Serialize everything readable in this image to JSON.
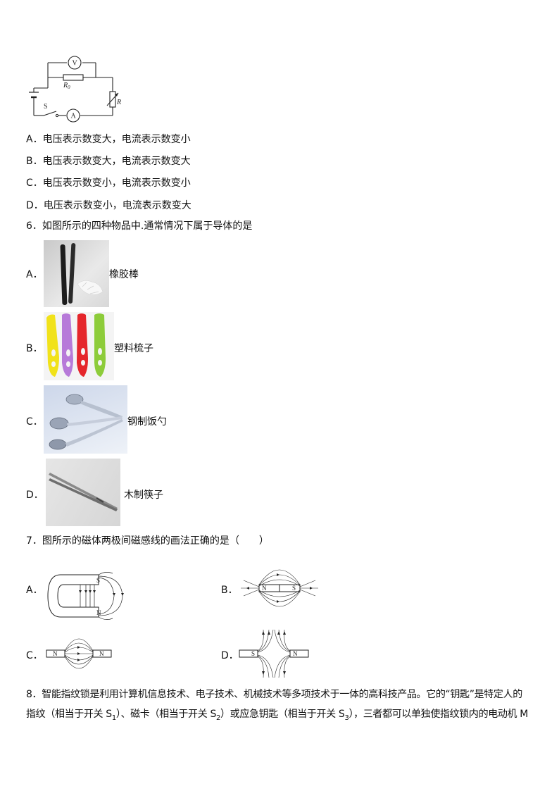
{
  "circuit": {
    "voltmeter": "V",
    "ammeter": "A",
    "resistor_r0": "R",
    "resistor_r0_sub": "0",
    "rheostat": "R",
    "switch": "S"
  },
  "q5_options": [
    {
      "letter": "A．",
      "text": "电压表示数变大，电流表示数变小"
    },
    {
      "letter": "B．",
      "text": "电压表示数变大，电流表示数变大"
    },
    {
      "letter": "C．",
      "text": "电压表示数变小，电流表示数变小"
    },
    {
      "letter": "D．",
      "text": "电压表示数变小，电流表示数变大"
    }
  ],
  "q6": {
    "stem": "6．如图所示的四种物品中.通常情况下属于导体的是",
    "options": [
      {
        "letter": "A．",
        "caption": "橡胶棒"
      },
      {
        "letter": "B．",
        "caption": "塑料梳子"
      },
      {
        "letter": "C．",
        "caption": "钢制饭勺"
      },
      {
        "letter": "D．",
        "caption": "木制筷子"
      }
    ]
  },
  "q7": {
    "stem": "7．图所示的磁体两极间磁感线的画法正确的是（　　）",
    "options": [
      {
        "letter": "A．",
        "poles": [
          "S",
          "N"
        ]
      },
      {
        "letter": "B．",
        "poles": [
          "N",
          "S"
        ]
      },
      {
        "letter": "C．",
        "poles": [
          "N",
          "N"
        ]
      },
      {
        "letter": "D．",
        "poles": [
          "S",
          "N"
        ]
      }
    ]
  },
  "q8": {
    "line1": "8．智能指纹锁是利用计算机信息技术、电子技术、机械技术等多项技术于一体的高科技产品。它的“钥匙”是特定人的",
    "line2_a": "指纹（相当于开关 S",
    "line2_s1": "1",
    "line2_b": "）、磁卡（相当于开关 S",
    "line2_s2": "2",
    "line2_c": "）或应急钥匙（相当于开关 S",
    "line2_s3": "3",
    "line2_d": "），三者都可以单独使指纹锁内的电动机 M"
  }
}
